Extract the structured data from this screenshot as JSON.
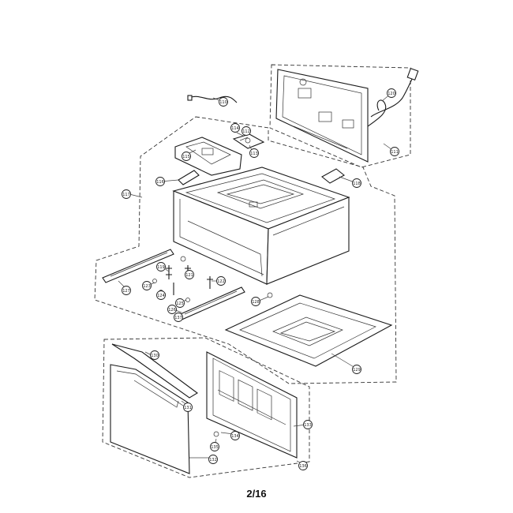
{
  "page": {
    "number_label": "2/16"
  },
  "callouts": [
    {
      "id": "c1",
      "label": "110"
    },
    {
      "id": "c2",
      "label": "120"
    },
    {
      "id": "c3",
      "label": "111"
    },
    {
      "id": "c4",
      "label": "112"
    },
    {
      "id": "c5",
      "label": "113"
    },
    {
      "id": "c6",
      "label": "114"
    },
    {
      "id": "c7",
      "label": "115"
    },
    {
      "id": "c8",
      "label": "116"
    },
    {
      "id": "c9",
      "label": "117"
    },
    {
      "id": "c10",
      "label": "118"
    },
    {
      "id": "c11",
      "label": "119"
    },
    {
      "id": "c12",
      "label": "121"
    },
    {
      "id": "c13",
      "label": "122"
    },
    {
      "id": "c14",
      "label": "123"
    },
    {
      "id": "c15",
      "label": "124"
    },
    {
      "id": "c16",
      "label": "125"
    },
    {
      "id": "c17",
      "label": "126"
    },
    {
      "id": "c18",
      "label": "127"
    },
    {
      "id": "c19",
      "label": "128"
    },
    {
      "id": "c20",
      "label": "129"
    },
    {
      "id": "c21",
      "label": "130"
    },
    {
      "id": "c22",
      "label": "131"
    },
    {
      "id": "c23",
      "label": "132"
    },
    {
      "id": "c24",
      "label": "133"
    },
    {
      "id": "c25",
      "label": "134"
    },
    {
      "id": "c26",
      "label": "135"
    },
    {
      "id": "c27",
      "label": "136"
    },
    {
      "id": "c28",
      "label": "137"
    }
  ]
}
